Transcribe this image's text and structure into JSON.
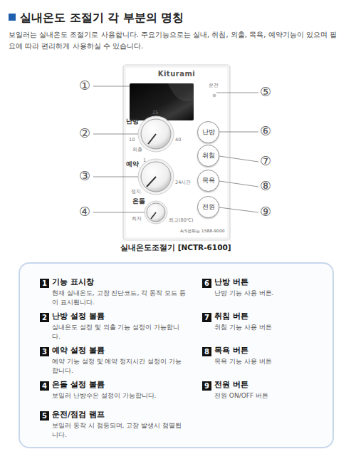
{
  "diagram": {
    "title": "실내온도 조절기 각 부분의 명칭",
    "caption": "실내온도조절기 [NCTR-6100]",
    "nodes": [
      {
        "text": [
          "Kiturami"
        ]
      },
      {
        "text": [
          "난방"
        ],
        "in": 0
      },
      {
        "text": [
          "취침"
        ],
        "in": 0
      },
      {
        "text": [
          "목욕"
        ],
        "in": 0
      },
      {
        "text": [
          "전원"
        ],
        "in": 0
      },
      {
        "text": [
          "1"
        ]
      },
      {
        "text": [
          "2"
        ]
      },
      {
        "text": [
          "3"
        ]
      },
      {
        "text": [
          "4"
        ]
      },
      {
        "text": [
          "5"
        ]
      },
      {
        "text": [
          "6"
        ]
      },
      {
        "text": [
          "7"
        ]
      },
      {
        "text": [
          "8"
        ]
      },
      {
        "text": [
          "9"
        ]
      }
    ],
    "labels": [
      "보일러는 실내온도 조절기로 사용합니다. 주요기능으로는 실내, 취침, 외출, 목욕, 예약기능이 있으며 필요에 따라 편리하게 사용하실 수 있습니다.",
      "①",
      "②",
      "③",
      "④",
      "⑤",
      "⑥",
      "⑦",
      "⑧",
      "⑨",
      "운전",
      "난방",
      "25",
      "10",
      "40",
      "외출",
      "예약",
      "1",
      "24시간",
      "정지",
      "온돌",
      "최저",
      "최고(80℃)",
      "A/S전화는 1588-9000",
      "기능 표시창",
      "현재 실내온도, 고장 진단코드, 각 동작 모드 등이 표시됩니다.",
      "난방 설정 볼륨",
      "실내온도 설정 및 외출 기능 설정이 가능합니다.",
      "예약 설정 볼륨",
      "예약 기능 설정 및 예약 정지시간 설정이 가능합니다.",
      "온돌 설정 볼륨",
      "보일러 난방수온 설정이 가능합니다.",
      "운전/점검 램프",
      "보일러 동작 시 점등되며, 고장 발생시 점멸됩니다.",
      "난방 버튼",
      "난방 기능 사용 버튼.",
      "취침 버튼",
      "취침 기능 사용 버튼",
      "목욕 버튼",
      "목욕 기능 사용 버튼",
      "전원 버튼",
      "전원 ON/OFF 버튼"
    ]
  }
}
